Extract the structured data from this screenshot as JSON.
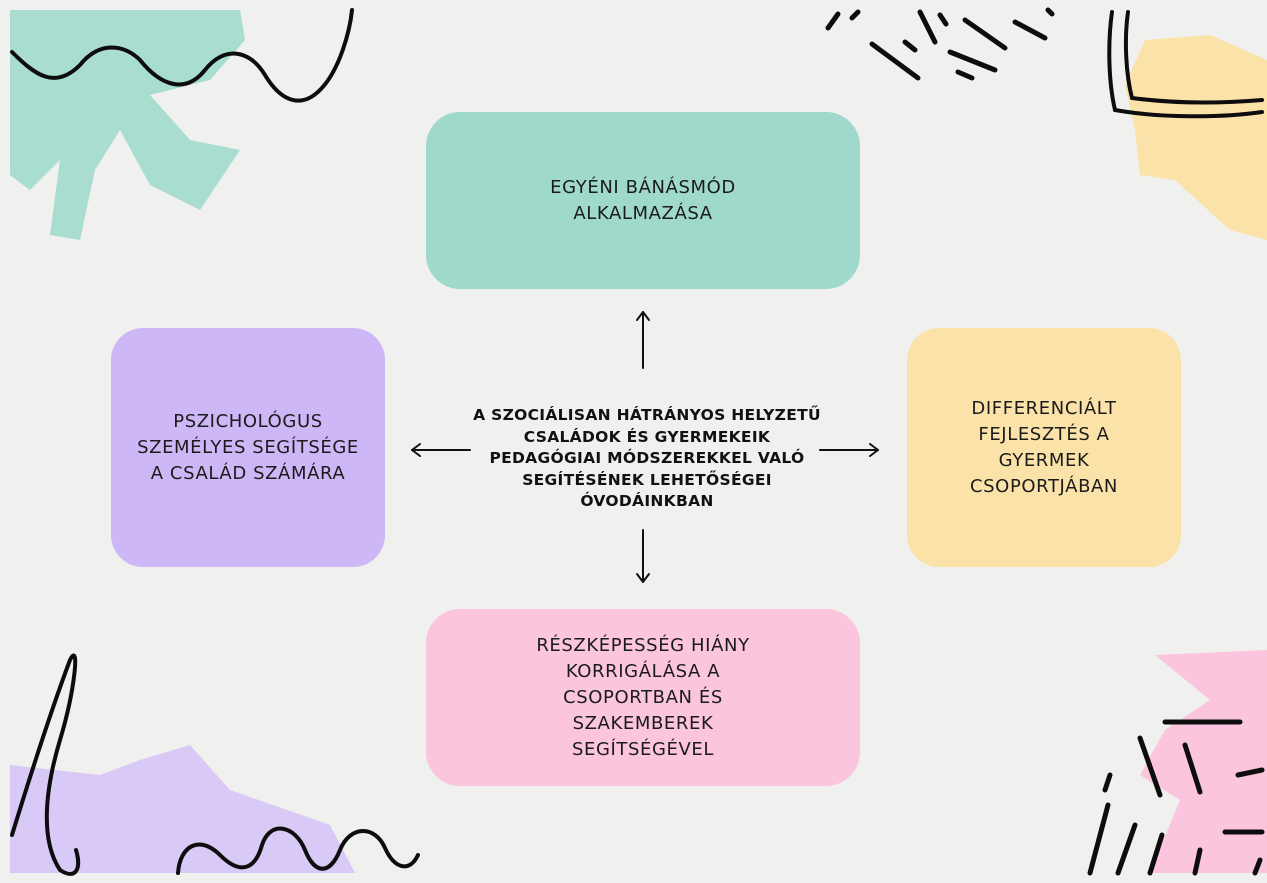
{
  "center": {
    "title": "A SZOCIÁLISAN HÁTRÁNYOS HELYZETŰ CSALÁDOK ÉS GYERMEKEIK PEDAGÓGIAI MÓDSZEREKKEL VALÓ SEGÍTÉSÉNEK LEHETŐSÉGEI ÓVODÁINKBAN"
  },
  "boxes": {
    "top": {
      "label": "EGYÉNI BÁNÁSMÓD ALKALMAZÁSA",
      "color": "#9fd9cb"
    },
    "left": {
      "label": "PSZICHOLÓGUS SZEMÉLYES SEGÍTSÉGE A CSALÁD SZÁMÁRA",
      "color": "#cdb7f7"
    },
    "right": {
      "label": "DIFFERENCIÁLT FEJLESZTÉS A GYERMEK CSOPORTJÁBAN",
      "color": "#fbe2a9"
    },
    "bottom": {
      "label": "RÉSZKÉPESSÉG HIÁNY KORRIGÁLÁSA A CSOPORTBAN ÉS SZAKEMBEREK SEGÍTSÉGÉVEL",
      "color": "#fbc5dd"
    }
  },
  "decor_colors": {
    "mint": "#a8ddcf",
    "peach": "#fbe2a9",
    "lavender": "#d9c9f7",
    "pink": "#fbc5dd",
    "ink": "#0d0d0d"
  }
}
